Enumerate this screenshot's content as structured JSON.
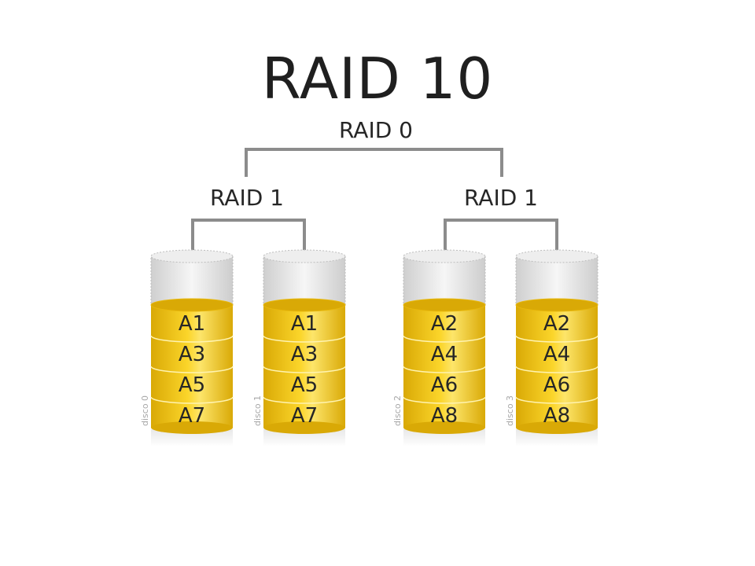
{
  "title": "RAID 10",
  "top_group": {
    "label": "RAID 0"
  },
  "mirror_groups": [
    {
      "label": "RAID 1"
    },
    {
      "label": "RAID 1"
    }
  ],
  "disks": [
    {
      "name": "disco 0",
      "blocks": [
        "A1",
        "A3",
        "A5",
        "A7"
      ]
    },
    {
      "name": "disco 1",
      "blocks": [
        "A1",
        "A3",
        "A5",
        "A7"
      ]
    },
    {
      "name": "disco 2",
      "blocks": [
        "A2",
        "A4",
        "A6",
        "A8"
      ]
    },
    {
      "name": "disco 3",
      "blocks": [
        "A2",
        "A4",
        "A6",
        "A8"
      ]
    }
  ],
  "colors": {
    "data_fill": "#f3c614",
    "data_dark": "#d9a906",
    "data_light": "#fde56a",
    "empty_fill": "#e4e4e4",
    "connector": "#8c8c8c",
    "text": "#262626"
  }
}
